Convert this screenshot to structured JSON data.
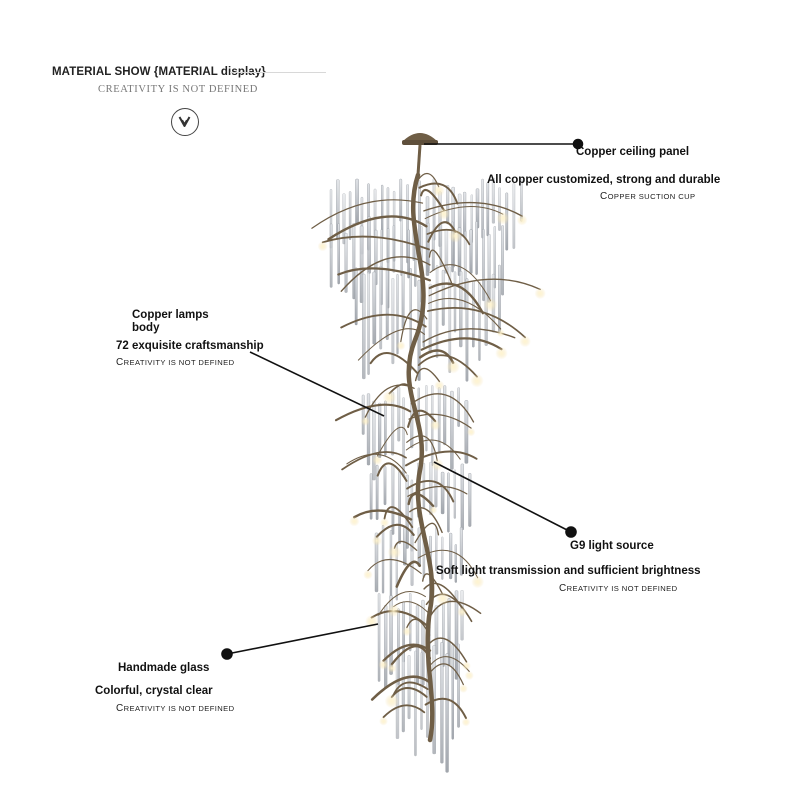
{
  "header": {
    "title": "MATERIAL SHOW {MATERIAL display}",
    "subtitle": "CREATIVITY IS NOT DEFINED",
    "down_icon": "chevron-down-circle-icon"
  },
  "annotations": {
    "ceiling": {
      "title": "Copper ceiling panel",
      "desc": "All copper customized, strong and durable",
      "note": "Copper suction cup"
    },
    "lamp_body": {
      "title_line1": "Copper lamps",
      "title_line2": "body",
      "desc": "72 exquisite craftsmanship",
      "note": "Creativity is not defined"
    },
    "light_source": {
      "title": "G9 light source",
      "desc": "Soft light transmission and sufficient brightness",
      "note": "Creativity is not defined"
    },
    "glass": {
      "title": "Handmade glass",
      "desc": "Colorful, crystal clear",
      "note": "Creativity is not defined"
    }
  },
  "product": {
    "name": "chandelier-illustration",
    "colors": {
      "copper": "#6f5e46",
      "crystal": "#c9ccd0",
      "glow": "#f4dfa8"
    }
  }
}
